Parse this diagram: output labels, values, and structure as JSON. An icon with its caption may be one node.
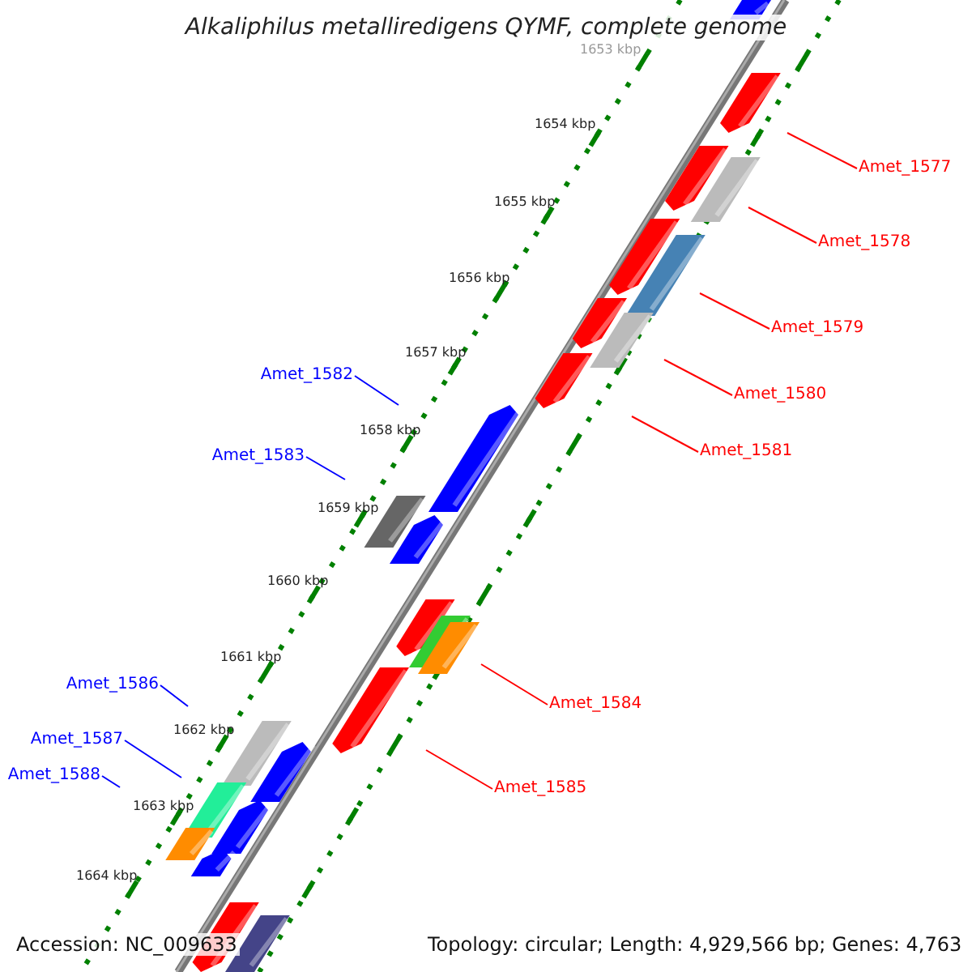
{
  "diagram": {
    "title": "Alkaliphilus metalliredigens QYMF, complete genome",
    "nodes": [
      {
        "text": [
          "Amet_1577"
        ]
      },
      {
        "text": [
          "Amet_1578"
        ]
      },
      {
        "text": [
          "Amet_1579"
        ]
      },
      {
        "text": [
          "Amet_1580"
        ]
      },
      {
        "text": [
          "Amet_1581"
        ]
      },
      {
        "text": [
          "Amet_1582"
        ]
      },
      {
        "text": [
          "Amet_1583"
        ]
      },
      {
        "text": [
          "Amet_1584"
        ]
      },
      {
        "text": [
          "Amet_1585"
        ]
      },
      {
        "text": [
          "Amet_1586"
        ]
      },
      {
        "text": [
          "Amet_1587"
        ]
      },
      {
        "text": [
          "Amet_1588"
        ]
      }
    ],
    "edges": [
      {
        "from": 0,
        "to": null,
        "arrow": "none"
      },
      {
        "from": 1,
        "to": null,
        "arrow": "none"
      },
      {
        "from": 2,
        "to": null,
        "arrow": "none"
      },
      {
        "from": 3,
        "to": null,
        "arrow": "none"
      },
      {
        "from": 4,
        "to": null,
        "arrow": "none"
      },
      {
        "from": 5,
        "to": null,
        "arrow": "none",
        "color": "#0000ff"
      },
      {
        "from": 6,
        "to": null,
        "arrow": "none",
        "color": "#0000ff"
      },
      {
        "from": 7,
        "to": null,
        "arrow": "none"
      },
      {
        "from": 8,
        "to": null,
        "arrow": "none"
      },
      {
        "from": 9,
        "to": null,
        "arrow": "none",
        "color": "#0000ff"
      },
      {
        "from": 10,
        "to": null,
        "arrow": "none",
        "color": "#0000ff"
      },
      {
        "from": 11,
        "to": null,
        "arrow": "none",
        "color": "#0000ff"
      }
    ],
    "labels": [
      "1653 kbp",
      "1654 kbp",
      "1655 kbp",
      "1656 kbp",
      "1657 kbp",
      "1658 kbp",
      "1659 kbp",
      "1660 kbp",
      "1661 kbp",
      "1662 kbp",
      "1663 kbp",
      "1664 kbp",
      "Accession: NC_009633",
      "Topology: circular; Length: 4,929,566 bp; Genes: 4,763"
    ]
  }
}
